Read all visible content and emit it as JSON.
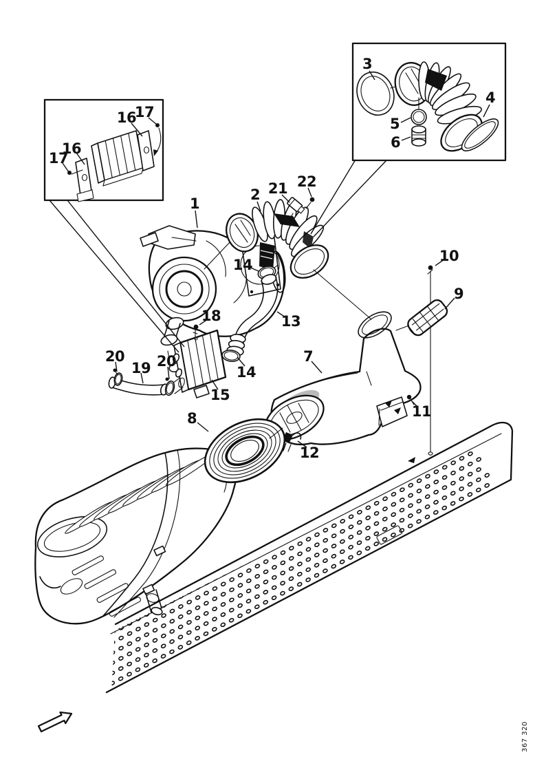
{
  "figure": {
    "code": "367 320"
  },
  "callouts": {
    "p1": "1",
    "p2": "2",
    "p3": "3",
    "p4": "4",
    "p5": "5",
    "p6": "6",
    "p7": "7",
    "p8": "8",
    "p9": "9",
    "p10": "10",
    "p11": "11",
    "p12": "12",
    "p13": "13",
    "p14a": "14",
    "p14b": "14",
    "p15": "15",
    "p16a": "16",
    "p16b": "16",
    "p17a": "17",
    "p17b": "17",
    "p18": "18",
    "p19": "19",
    "p20a": "20",
    "p20b": "20",
    "p21": "21",
    "p22": "22"
  }
}
